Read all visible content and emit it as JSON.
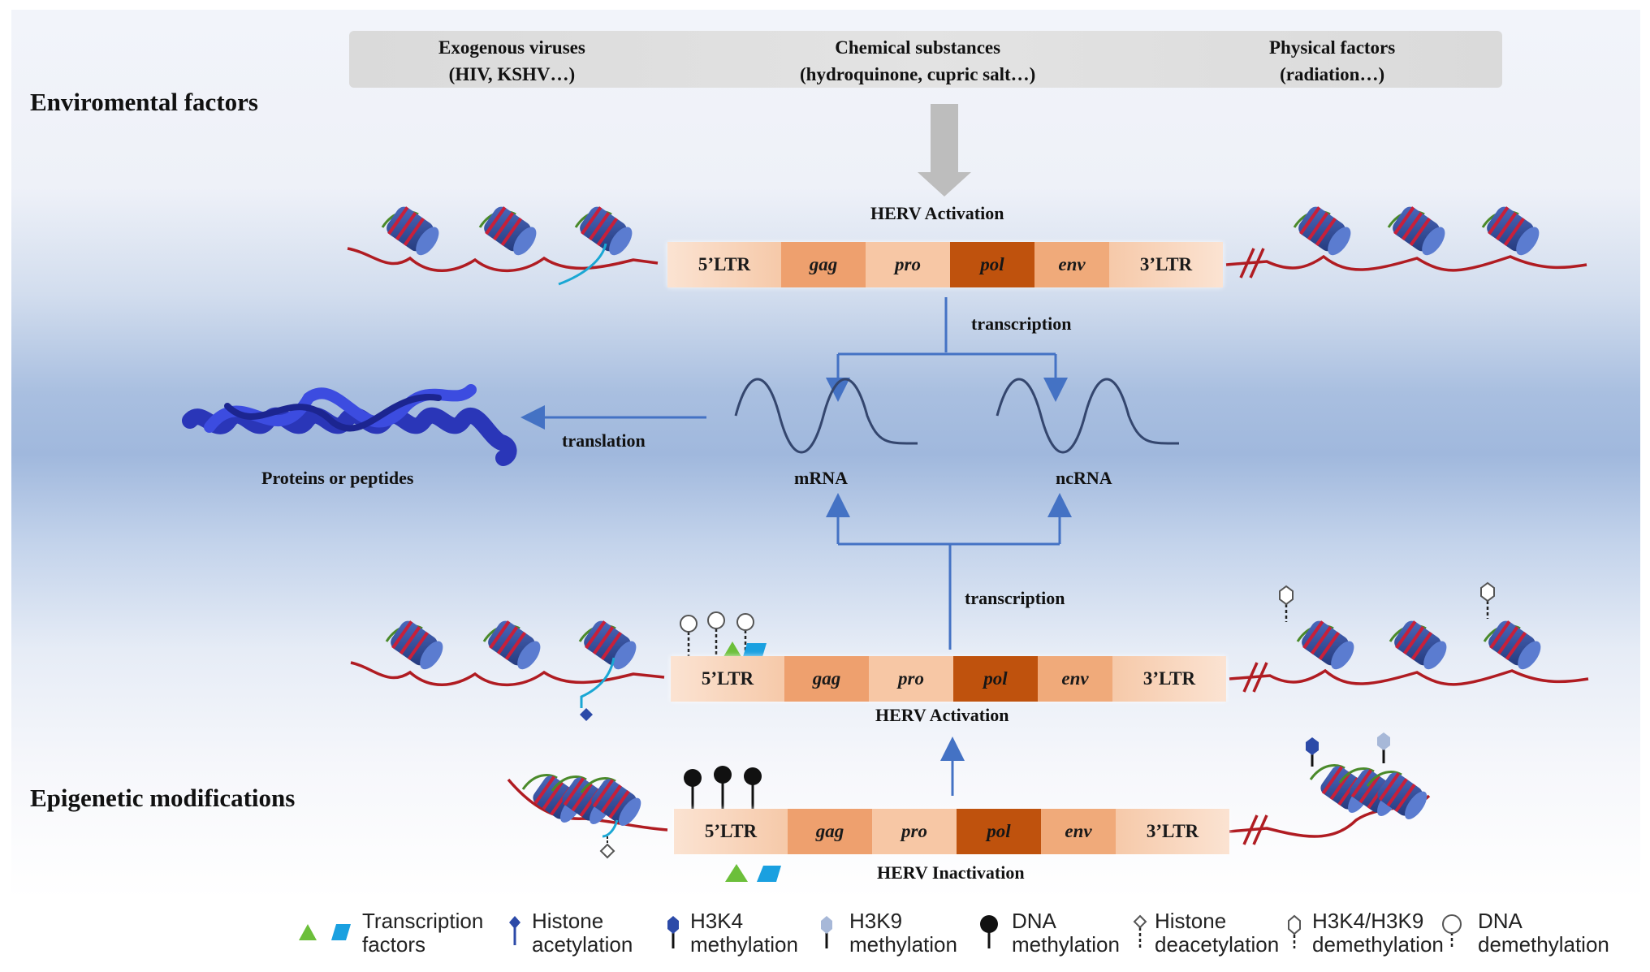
{
  "sources": [
    {
      "name": "Exogenous viruses",
      "examples": "(HIV, KSHV…)"
    },
    {
      "name": "Chemical substances",
      "examples": "(hydroquinone,  cupric salt…)"
    },
    {
      "name": "Physical factors",
      "examples": "(radiation…)"
    }
  ],
  "sections": {
    "environmental": "Enviromental  factors",
    "epigenetic": "Epigenetic modifications"
  },
  "herv_segments": [
    "5’LTR",
    "gag",
    "pro",
    "pol",
    "env",
    "3’LTR"
  ],
  "labels": {
    "activation": "HERV Activation",
    "inactivation": "HERV Inactivation",
    "transcription": "transcription",
    "translation": "translation",
    "mrna": "mRNA",
    "ncrna": "ncRNA",
    "proteins": "Proteins or peptides"
  },
  "legend": [
    {
      "icon": "transcription-factor-icons",
      "line1": "Transcription",
      "line2": "factors"
    },
    {
      "icon": "histone-acetylation-icon",
      "line1": "Histone",
      "line2": "acetylation"
    },
    {
      "icon": "h3k4-methylation-icon",
      "line1": "H3K4",
      "line2": "methylation"
    },
    {
      "icon": "h3k9-methylation-icon",
      "line1": "H3K9",
      "line2": "methylation"
    },
    {
      "icon": "dna-methylation-icon",
      "line1": "DNA",
      "line2": "methylation"
    },
    {
      "icon": "histone-deacetylation-icon",
      "line1": "Histone",
      "line2": "deacetylation"
    },
    {
      "icon": "h3k4-h3k9-demethylation-icon",
      "line1": "H3K4/H3K9",
      "line2": "demethylation"
    },
    {
      "icon": "dna-demethylation-icon",
      "line1": "DNA",
      "line2": "demethylation"
    }
  ],
  "colors": {
    "dna": "#b01c22",
    "histone": "#3d5aa6",
    "arrow": "#4472c4",
    "tail": "#4a8a2a",
    "acetylation_tail": "#1aa7d4",
    "tf_triangle": "#6cbf3a",
    "tf_square": "#1aa0e0",
    "h3k4": "#2c4aa8",
    "h3k9": "#a7b8d8",
    "protein": "#3344cc"
  }
}
